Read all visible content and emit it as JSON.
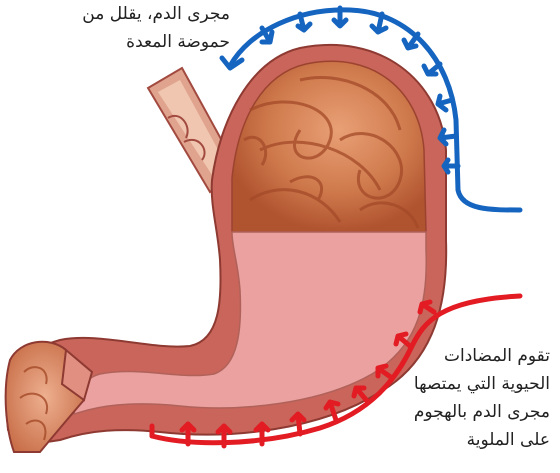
{
  "labels": {
    "top": {
      "lines": [
        "مجرى الدم، يقلل من",
        "حموضة المعدة"
      ]
    },
    "bottom": {
      "lines": [
        "تقوم المضادات",
        "الحيوية التي يمتصها",
        "مجرى الدم بالهجوم",
        "على الملوية"
      ]
    }
  },
  "colors": {
    "blue_arrow": "#1565c0",
    "red_arrow": "#e31b23",
    "stomach_wall": "#c9655a",
    "stomach_lining": "#d98a6a",
    "stomach_inner_lower": "#eba1a0",
    "stomach_folds": "#c66a3c"
  }
}
